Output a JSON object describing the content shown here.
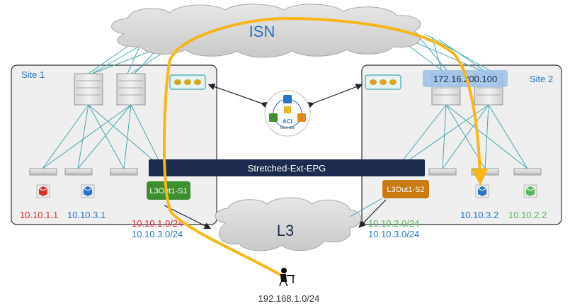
{
  "cloud_isn": {
    "label": "ISN"
  },
  "cloud_l3": {
    "label": "L3"
  },
  "site1": {
    "title": "Site 1",
    "l3out": "L3Out1-S1",
    "endpoints": [
      {
        "ip": "10.10.1.1",
        "color": "#e03131"
      },
      {
        "ip": "10.10.3.1",
        "color": "#2b74c4"
      }
    ],
    "routes": [
      {
        "prefix": "10.10.1.0/24",
        "color": "#e03131"
      },
      {
        "prefix": "10.10.3.0/24",
        "color": "#2b74c4"
      }
    ]
  },
  "site2": {
    "title": "Site 2",
    "ip_highlight": "172.16.200.100",
    "l3out": "L3Out1-S2",
    "endpoints": [
      {
        "ip": "10.10.3.2",
        "color": "#2b74c4"
      },
      {
        "ip": "10.10.2.2",
        "color": "#5cb85c"
      }
    ],
    "routes": [
      {
        "prefix": "10.10.2.0/24",
        "color": "#5cb85c"
      },
      {
        "prefix": "10.10.3.0/24",
        "color": "#2b74c4"
      }
    ]
  },
  "epg_bar": {
    "label": "Stretched-Ext-EPG"
  },
  "orchestrator": {
    "label": "ACI",
    "sublabel": "Multi-Site"
  },
  "external_host": {
    "subnet": "192.168.1.0/24"
  },
  "colors": {
    "traffic_path": "#f5b818",
    "epg_bar": "#1d2c4c",
    "l3out_s1": "#3e8f2f",
    "l3out_s2": "#c97a10",
    "site_box": "#efefef",
    "link": "#4aa7b3"
  },
  "icons": [
    "spine-switch-icon",
    "leaf-switch-icon",
    "endpoint-cube-icon",
    "aci-orchestrator-icon",
    "user-workstation-icon",
    "network-cloud-icon"
  ]
}
